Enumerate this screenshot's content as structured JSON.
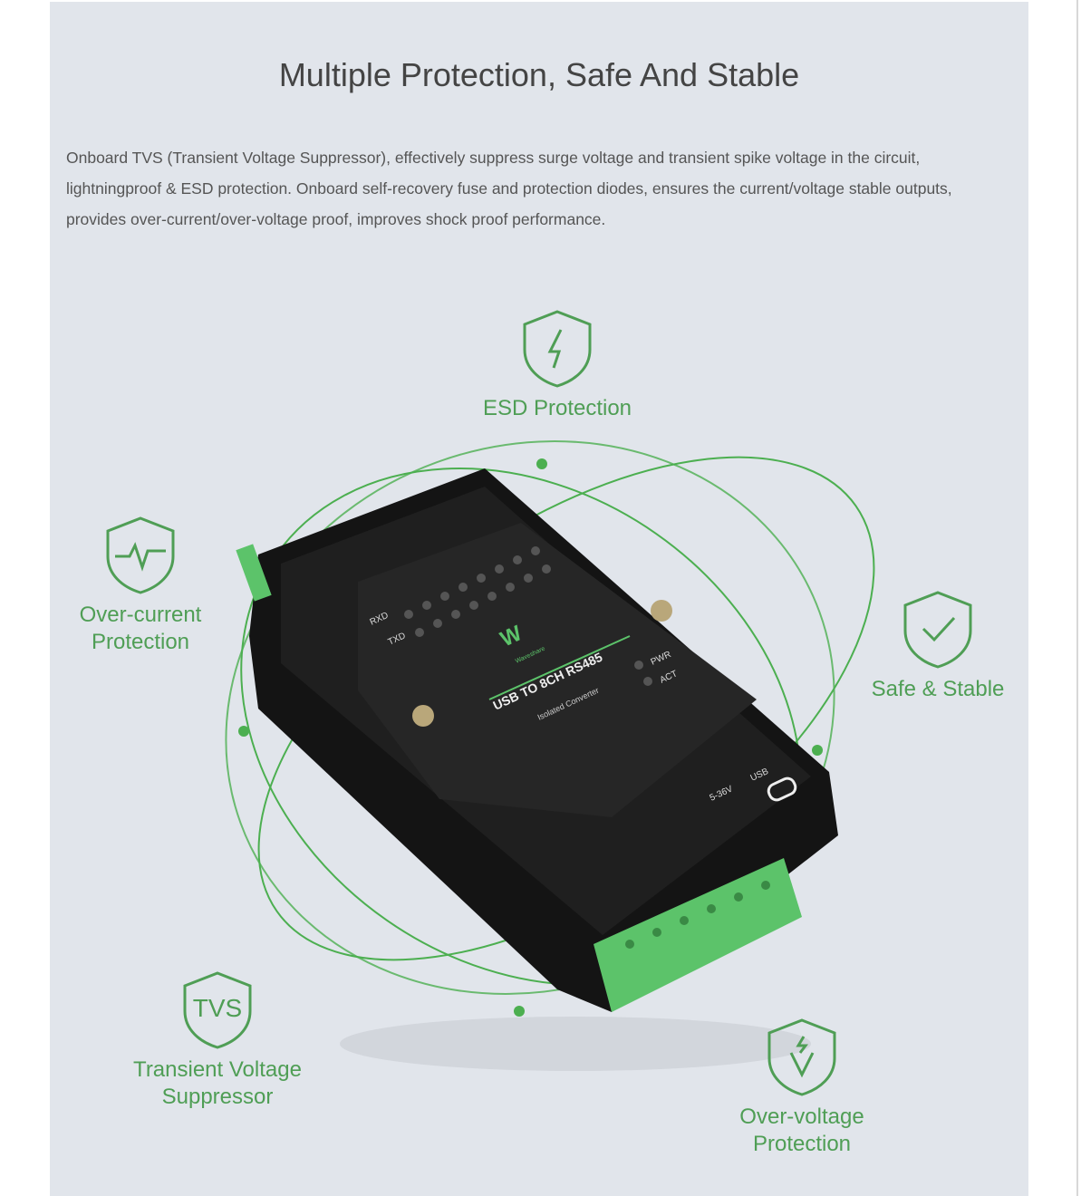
{
  "section": {
    "title": "Multiple Protection, Safe And Stable",
    "description": "Onboard TVS (Transient Voltage Suppressor), effectively suppress surge voltage and transient spike voltage in the circuit, lightningproof & ESD protection. Onboard self-recovery fuse and protection diodes, ensures the current/voltage stable outputs, provides over-current/over-voltage proof, improves shock proof performance."
  },
  "features": [
    {
      "label": "ESD Protection",
      "icon": "lightning-shield-icon"
    },
    {
      "label": "Over-current Protection",
      "icon": "pulse-shield-icon"
    },
    {
      "label": "Safe & Stable",
      "icon": "check-shield-icon"
    },
    {
      "label": "Transient Voltage Suppressor",
      "icon": "tvs-shield-icon",
      "badge": "TVS"
    },
    {
      "label": "Over-voltage Protection",
      "icon": "voltage-shield-icon"
    }
  ],
  "device": {
    "brand": "Waveshare",
    "model": "USB TO 8CH RS485",
    "subtitle": "Isolated Converter",
    "rxd": "RXD",
    "txd": "TXD",
    "pwr": "PWR",
    "act": "ACT",
    "usb": "USB",
    "voltage": "5-36V"
  },
  "colors": {
    "accent": "#4f9e55",
    "panel": "#e1e5eb",
    "device": "#1c1c1c",
    "terminal": "#5cc36a"
  }
}
